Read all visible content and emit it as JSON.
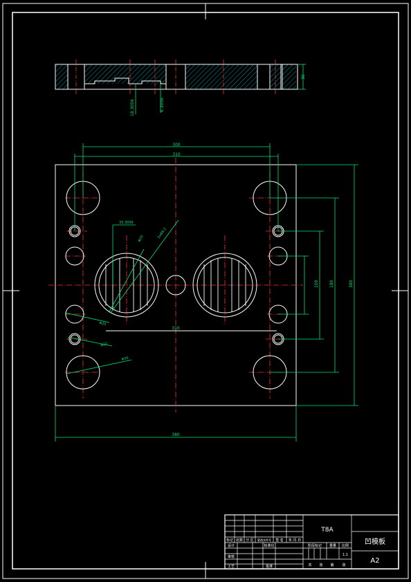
{
  "title_block": {
    "material": "T8A",
    "part_name": "凹模板",
    "sheet_size": "A2",
    "scale": "1:1",
    "labels": {
      "mark": "标记",
      "count": "处数",
      "zone": "分 区",
      "change_doc": "更改文件号",
      "sign": "签 名",
      "date": "年.月.日",
      "design": "设计",
      "standardize": "标准化",
      "review": "审核",
      "process": "工艺",
      "approve": "批准",
      "stage_mark": "阶段标记",
      "weight": "重量",
      "ratio": "比例",
      "sheets_total": "共",
      "sheet": "张",
      "sheet_no": "第",
      "sheet_suffix": "张"
    }
  },
  "section_view": {
    "height_dim": "30",
    "dim_a": "18.3056",
    "dim_b": "6.3056"
  },
  "plan_view": {
    "dim_top_outer": "300",
    "dim_top_inner": "310",
    "dim_bottom": "380",
    "dim_center": "310",
    "dim_right_1": "100",
    "dim_right_2": "180",
    "dim_right_3": "380",
    "dim_hole_offset": "33.3056",
    "diam_1": "Φ20",
    "diam_2": "2xΦ9.2",
    "diam_3": "Φ25",
    "diam_4": "Φ22",
    "diam_5": "Φ30"
  }
}
